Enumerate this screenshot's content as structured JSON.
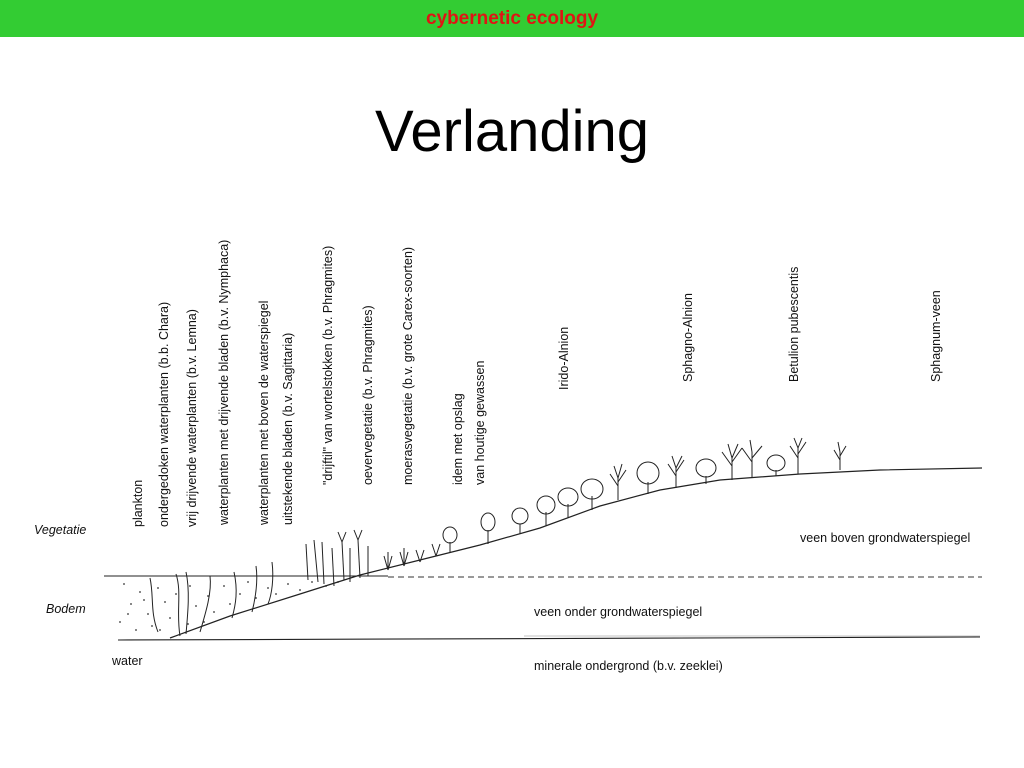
{
  "header": {
    "banner": "cybernetic ecology"
  },
  "slide": {
    "title": "Verlanding"
  },
  "diagram": {
    "zones": {
      "vegetation": "Vegetatie",
      "soil": "Bodem",
      "water": "water"
    },
    "layers": {
      "peat_above": "veen boven grondwaterspiegel",
      "peat_below": "veen onder grondwaterspiegel",
      "mineral": "minerale ondergrond (b.v. zeeklei)"
    },
    "stages": [
      "plankton",
      "ondergedoken waterplanten (b.b. Chara)",
      "vrij drijvende waterplanten (b.v. Lemna)",
      "waterplanten met drijvende bladen (b.v. Nymphaca)",
      "waterplanten met boven de waterspiegel",
      "uitstekende bladen (b.v. Sagittaria)",
      "\"drijftil\" van wortelstokken (b.v. Phragmites)",
      "oevervegetatie (b.v. Phragmites)",
      "moerasvegetatie (b.v. grote Carex-soorten)",
      "idem met opslag",
      "van houtige gewassen",
      "Irido-Alnion",
      "Sphagno-Alnion",
      "Betulion pubescentis",
      "Sphagnum-veen"
    ]
  }
}
